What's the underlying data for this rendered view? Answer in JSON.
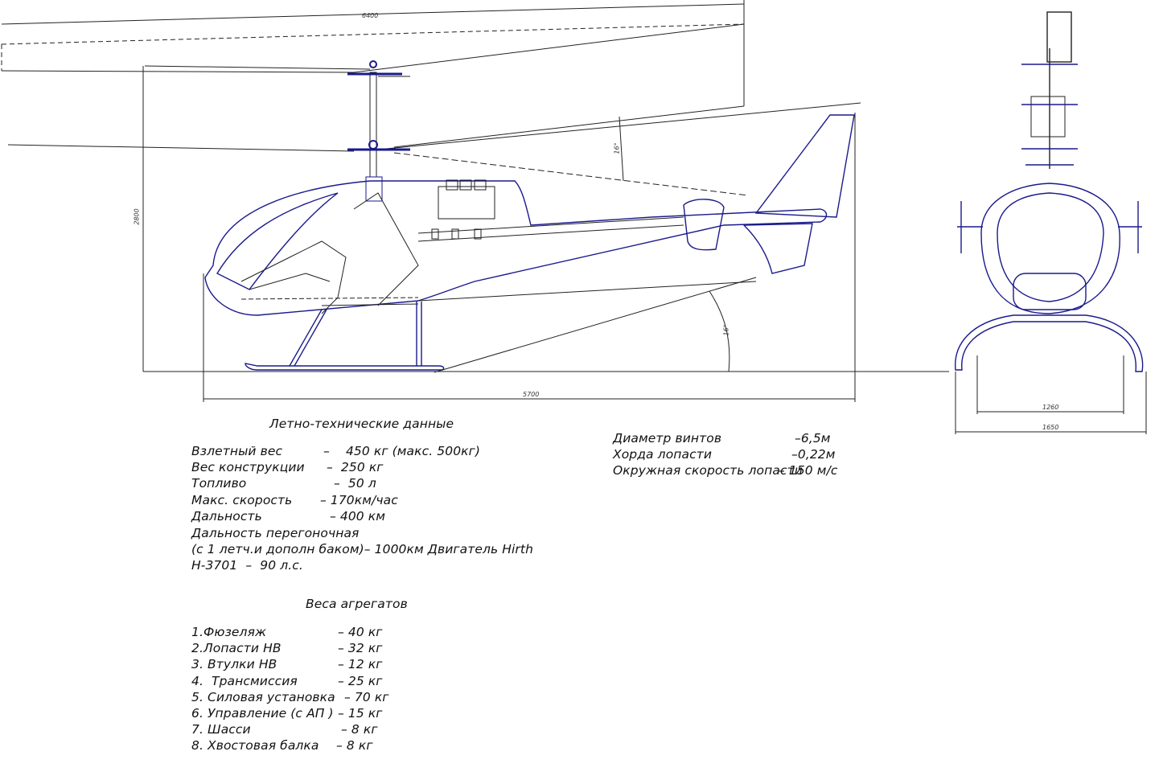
{
  "dimensions": {
    "rotor_span": "6400",
    "height": "2800",
    "length": "5700",
    "front_skid_width": "1260",
    "front_total_width": "1650",
    "angle_top": "16°",
    "angle_bottom": "16°"
  },
  "flight_data": {
    "title": "Летно-технические данные",
    "rows": [
      {
        "label": "Взлетный вес",
        "value": "–    450 кг (макс. 500кг)"
      },
      {
        "label": "Вес конструкции",
        "value": "–  250 кг"
      },
      {
        "label": "Топливо",
        "value": "–  50 л"
      },
      {
        "label": "Макс. скорость",
        "value": "– 170км/час"
      },
      {
        "label": "Дальность",
        "value": "– 400 км"
      }
    ],
    "ferry_line1": "Дальность перегоночная",
    "ferry_line2": "(с 1 летч.и дополн баком)– 1000км Двигатель Hirth",
    "ferry_line3": "H-3701  –  90 л.с."
  },
  "rotor_data": {
    "rows": [
      {
        "label": "Диаметр винтов",
        "value": "–6,5м"
      },
      {
        "label": "Хорда лопасти",
        "value": "–0,22м"
      },
      {
        "label": "Окружная скорость лопасти",
        "value": "– 150 м/с"
      }
    ]
  },
  "unit_weights": {
    "title": "Веса агрегатов",
    "rows": [
      {
        "label": "1.Фюзеляж",
        "value": "– 40 кг"
      },
      {
        "label": "2.Лопасти НВ",
        "value": "– 32 кг"
      },
      {
        "label": "3. Втулки НВ",
        "value": "– 12 кг"
      },
      {
        "label": "4.  Трансмиссия",
        "value": "– 25 кг"
      },
      {
        "label": "5. Силовая установка",
        "value": "– 70 кг"
      },
      {
        "label": "6. Управление (с АП )",
        "value": "– 15 кг"
      },
      {
        "label": "7. Шасси",
        "value": "– 8 кг"
      },
      {
        "label": "8. Хвостовая балка",
        "value": "– 8 кг"
      }
    ]
  },
  "colors": {
    "outline": "#1a1a8c",
    "line": "#222222"
  }
}
